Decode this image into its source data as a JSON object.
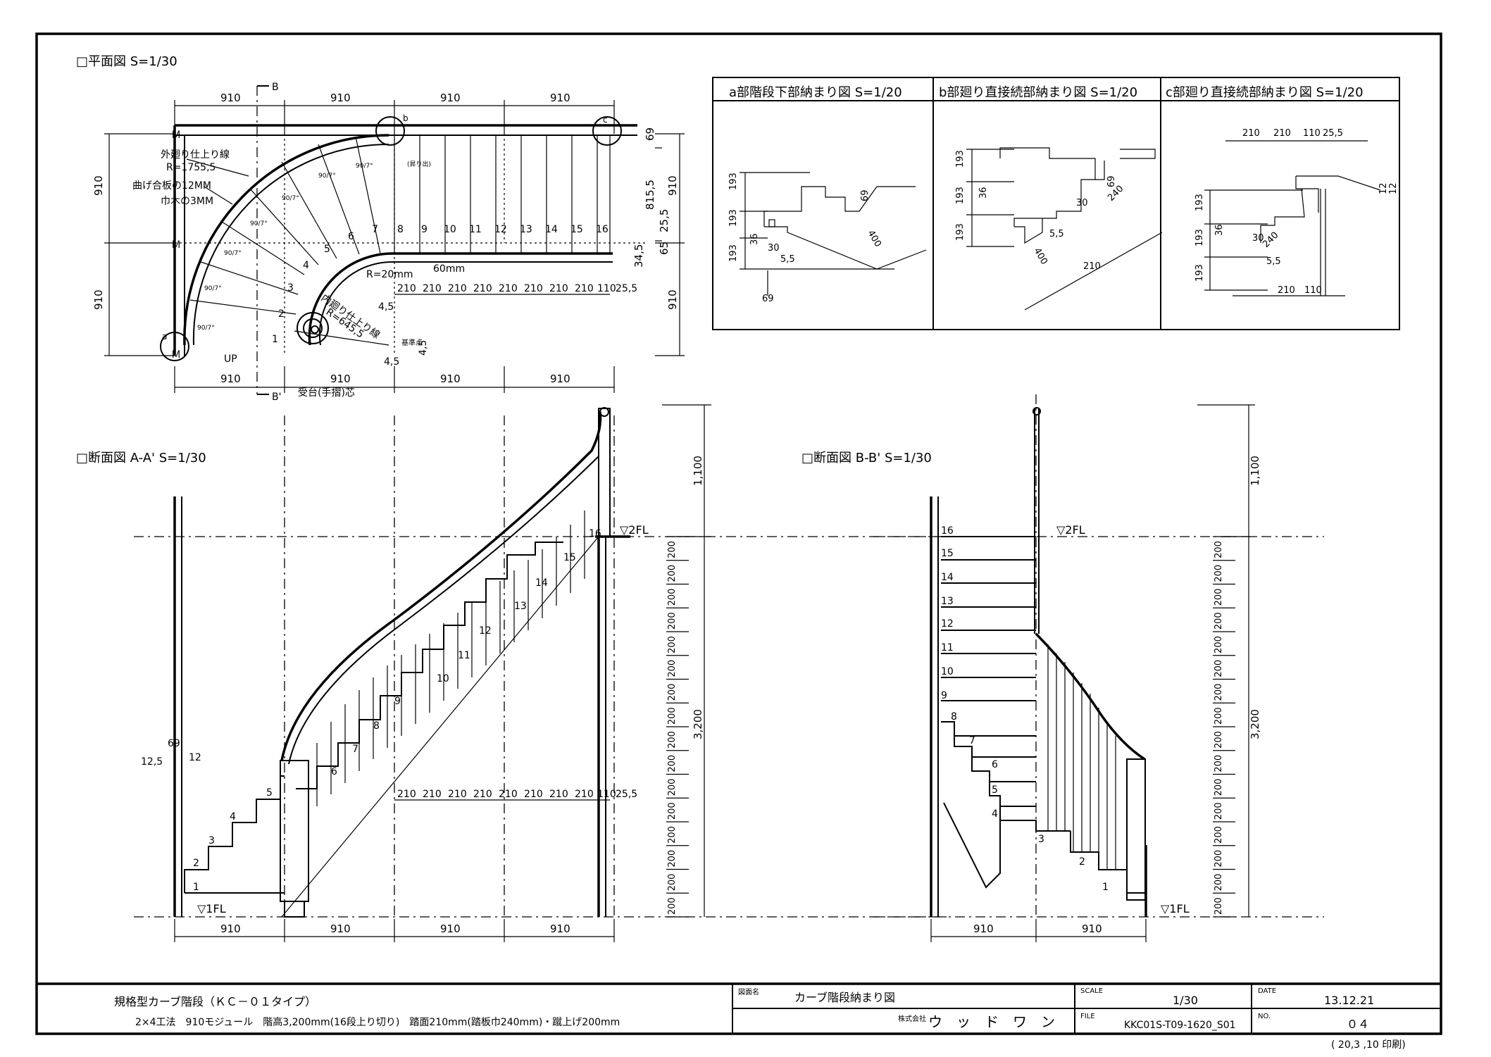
{
  "plan": {
    "title": "□平面図 S=1/30",
    "top_dims": [
      "910",
      "910",
      "910",
      "910"
    ],
    "bottom_dims": [
      "910",
      "910",
      "910",
      "910"
    ],
    "left_dims": [
      "910",
      "910"
    ],
    "right_dims": [
      "910",
      "910"
    ],
    "right_small_dims": [
      "69",
      "815,5",
      "25,5",
      "65",
      "34,5"
    ],
    "tread_dims": [
      "210",
      "210",
      "210",
      "210",
      "210",
      "210",
      "210",
      "210",
      "110",
      "25,5"
    ],
    "step_numbers": [
      "1",
      "2",
      "3",
      "4",
      "5",
      "6",
      "7",
      "8",
      "9",
      "10",
      "11",
      "12",
      "13",
      "14",
      "15",
      "16"
    ],
    "angle_labels": [
      "90/7°",
      "90/7°",
      "90/7°",
      "90/7°",
      "90/7°",
      "90/7°",
      "90/7°"
    ],
    "ann_outer_line": "外廻り仕上り線",
    "ann_outer_r": "R=1755,5",
    "ann_plywood": "曲げ合板の12MM",
    "ann_veneer": "巾木の3MM",
    "ann_r20": "R=20mm",
    "ann_60": "60mm",
    "ann_inner": "内廻り仕上り線",
    "ann_inner_r": "R=645,5",
    "ann_base": "基準点",
    "ann_45a": "4,5",
    "ann_45b": "4,5",
    "ann_45c": "4,5",
    "ann_up": "UP",
    "ann_receive": "受台(手摺)芯",
    "ann_ceiling": "(昇り出)",
    "marker_a": "a",
    "marker_b": "b",
    "marker_c": "c",
    "marker_B_top": "B",
    "marker_B_bot": "B'"
  },
  "details": {
    "a": {
      "title": "a部階段下部納まり図 S=1/20",
      "dims": [
        "193",
        "193",
        "193",
        "36",
        "30",
        "5,5",
        "69",
        "400",
        "69"
      ]
    },
    "b": {
      "title": "b部廻り直接続部納まり図 S=1/20",
      "dims": [
        "193",
        "193",
        "193",
        "36",
        "30",
        "69",
        "240",
        "5,5",
        "400",
        "210"
      ]
    },
    "c": {
      "title": "c部廻り直接続部納まり図 S=1/20",
      "dims": [
        "210",
        "210",
        "110",
        "25,5",
        "193",
        "193",
        "193",
        "36",
        "30",
        "240",
        "5,5",
        "210",
        "110",
        "12",
        "12"
      ]
    }
  },
  "section_aa": {
    "title": "□断面図 A-A' S=1/30",
    "fl1": "▽1FL",
    "fl2": "▽2FL",
    "h1100": "1,100",
    "h3200": "3,200",
    "riser_dims": [
      "200",
      "200",
      "200",
      "200",
      "200",
      "200",
      "200",
      "200",
      "200",
      "200",
      "200",
      "200",
      "200",
      "200",
      "200",
      "200"
    ],
    "bottom_dims": [
      "910",
      "910",
      "910",
      "910"
    ],
    "tread_dims": [
      "210",
      "210",
      "210",
      "210",
      "210",
      "210",
      "210",
      "210",
      "110",
      "25,5"
    ],
    "left_dims": [
      "12,5",
      "69",
      "12"
    ],
    "step_numbers": [
      "1",
      "2",
      "3",
      "4",
      "5",
      "6",
      "7",
      "8",
      "9",
      "10",
      "11",
      "12",
      "13",
      "14",
      "15",
      "16"
    ]
  },
  "section_bb": {
    "title": "□断面図 B-B' S=1/30",
    "fl1": "▽1FL",
    "fl2": "▽2FL",
    "h1100": "1,100",
    "h3200": "3,200",
    "riser_dims": [
      "200",
      "200",
      "200",
      "200",
      "200",
      "200",
      "200",
      "200",
      "200",
      "200",
      "200",
      "200",
      "200",
      "200",
      "200",
      "200"
    ],
    "bottom_dims": [
      "910",
      "910"
    ],
    "step_numbers": [
      "1",
      "2",
      "3",
      "4",
      "5",
      "6",
      "7",
      "8",
      "9",
      "10",
      "11",
      "12",
      "13",
      "14",
      "15",
      "16"
    ]
  },
  "title_block": {
    "product_line1": "規格型カーブ階段（ＫＣ－０１タイプ）",
    "product_line2": "2×4工法　910モジュール　階高3,200mm(16段上り切り)　踏面210mm(踏板巾240mm)・蹴上げ200mm",
    "drawing_label": "図面名",
    "drawing_name": "カーブ階段納まり図",
    "company_label": "株式会社",
    "company": "ウ　ッ　ド　ワ　ン",
    "scale_label": "SCALE",
    "scale": "1/30",
    "file_label": "FILE",
    "file": "KKC01S-T09-1620_S01",
    "date_label": "DATE",
    "date": "13.12.21",
    "no_label": "NO.",
    "no": "０４",
    "print_note": "( 20,3 ,10 印刷)"
  }
}
